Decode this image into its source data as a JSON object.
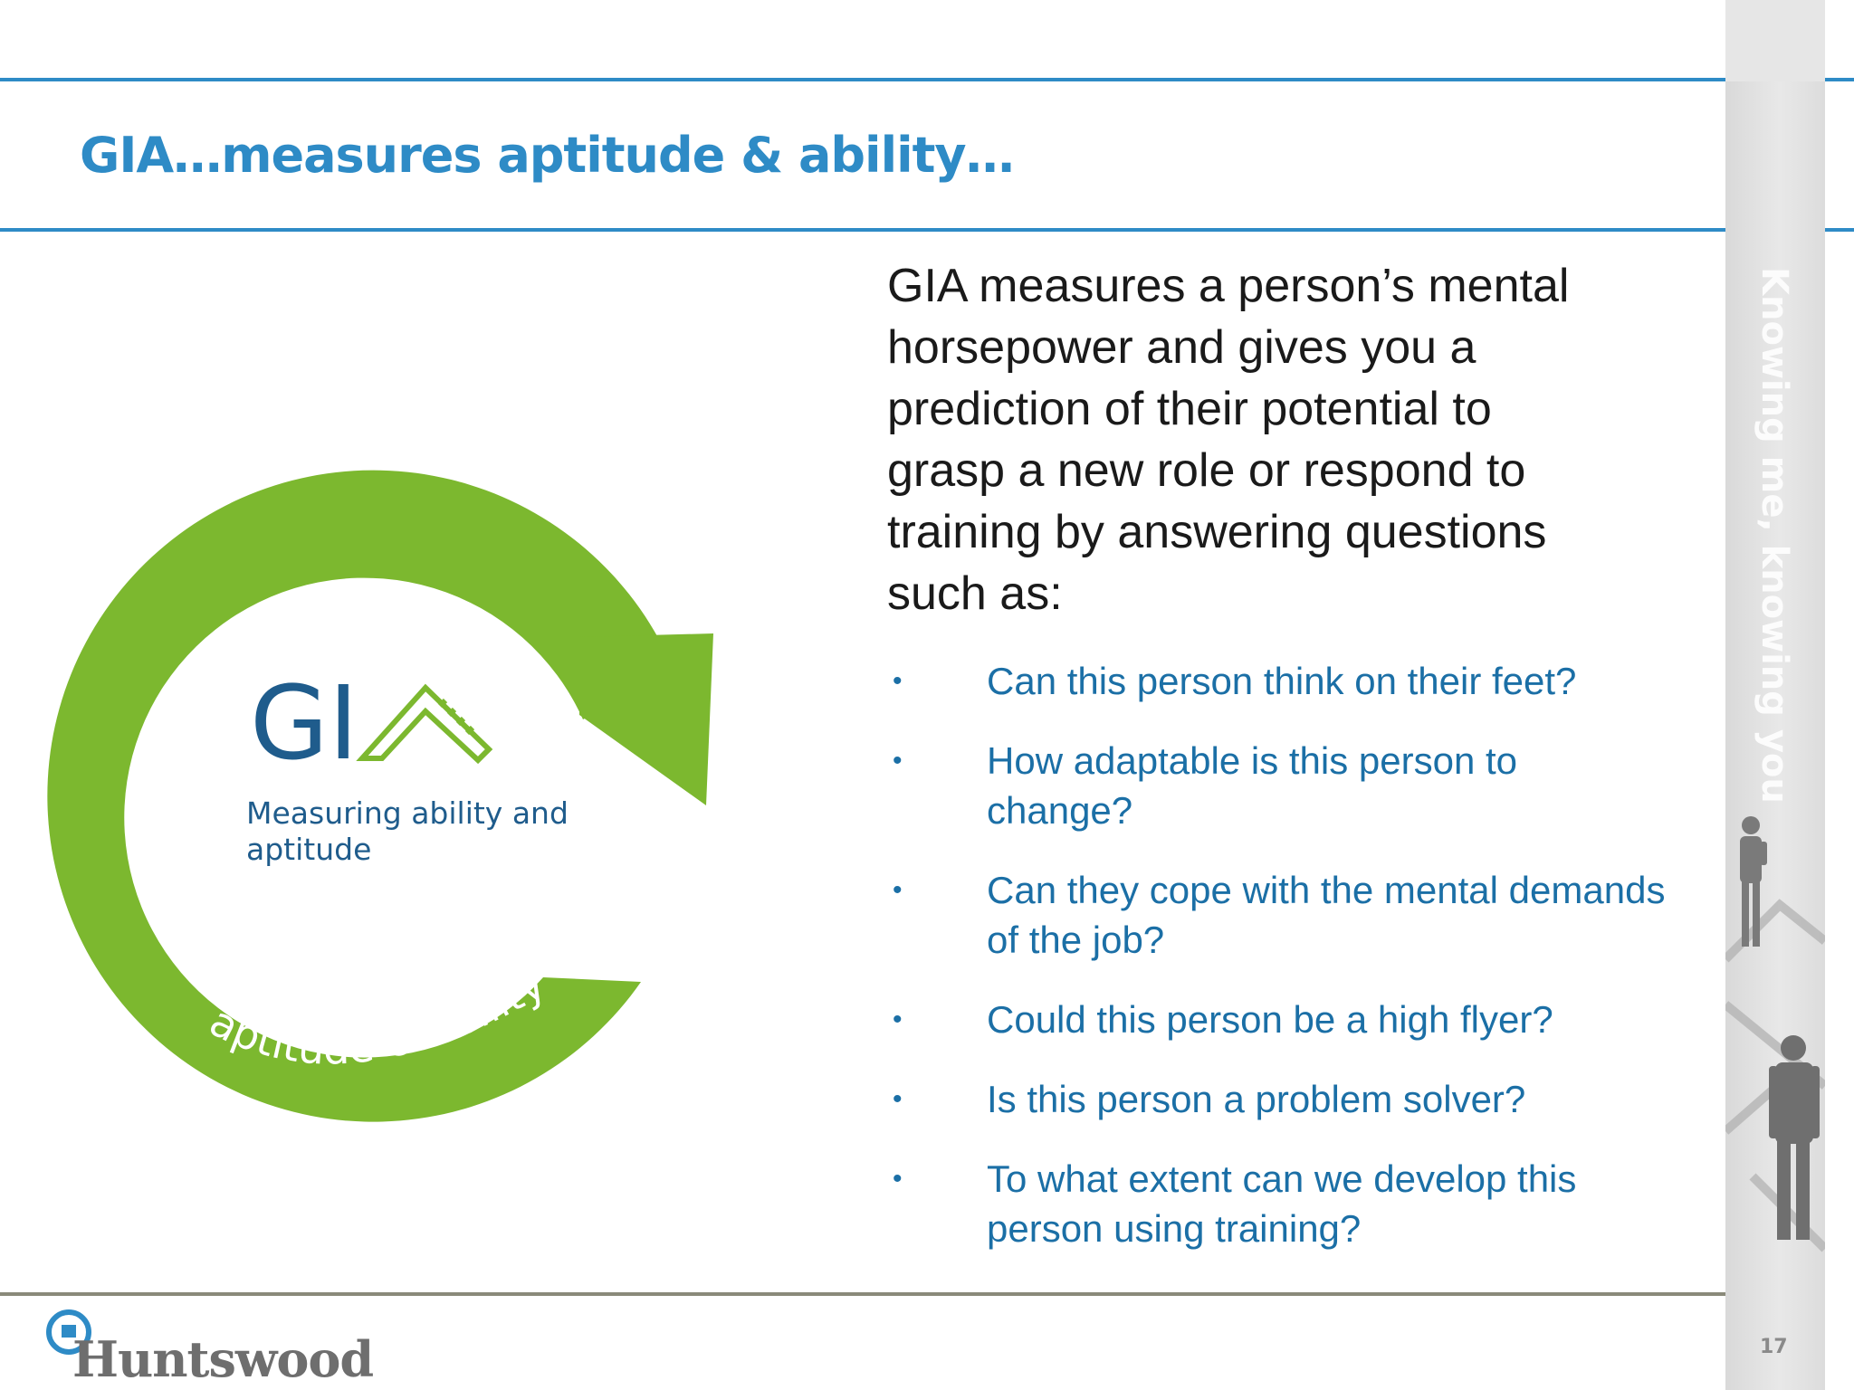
{
  "slide": {
    "title": "GIA…measures aptitude & ability…",
    "page_number": "17"
  },
  "side_banner": {
    "text": "Knowing me, knowing you"
  },
  "graphic": {
    "logo_letters": "GI",
    "tagline_line1": "Measuring ability and",
    "tagline_line2": "aptitude",
    "arc_text": "aptitude & ability",
    "colors": {
      "arrow_green": "#7cb82f",
      "logo_blue": "#1f5c8c",
      "logo_green": "#7cb82f"
    }
  },
  "intro": {
    "text": "GIA measures a person’s mental horsepower and gives you a prediction of their potential to grasp a new role or respond to training by answering questions such as:"
  },
  "bullets": [
    "Can this person think on their feet?",
    "How adaptable is this person to change?",
    "Can they cope with the mental demands of the job?",
    "Could this person be a high flyer?",
    "Is this person a problem solver?",
    "To what extent can we develop this person using training?"
  ],
  "bullet_symbol": "•",
  "footer": {
    "logo_text": "Huntswood"
  },
  "colors": {
    "accent_blue": "#2e8bc6",
    "bullet_blue": "#1b6fa6"
  }
}
